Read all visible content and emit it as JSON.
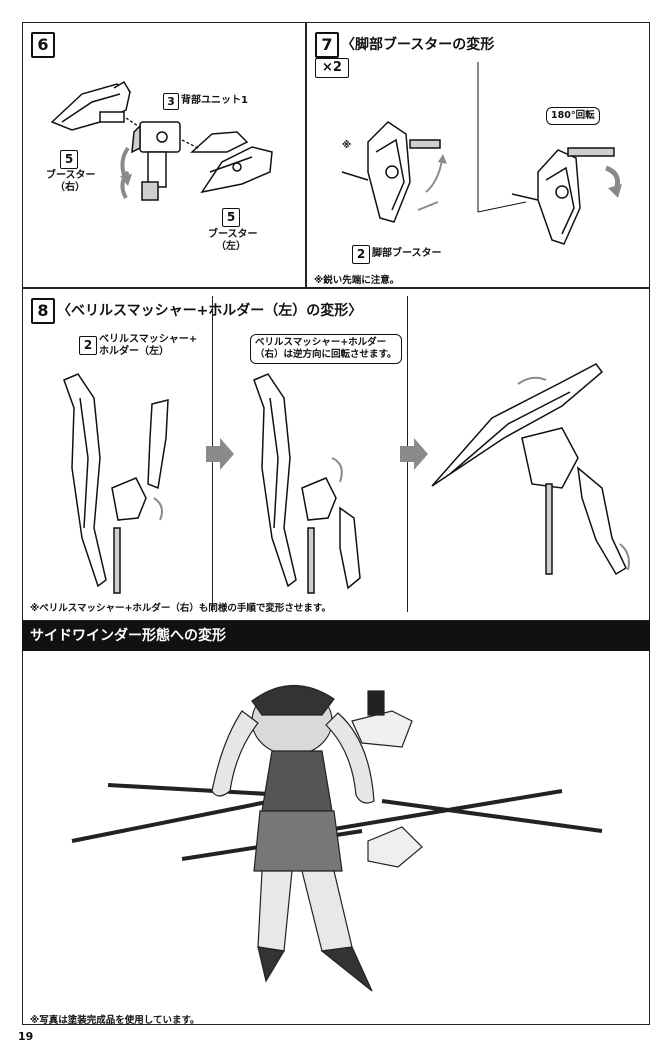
{
  "step6": {
    "number": "6",
    "part3_num": "3",
    "part3_label": "背部ユニット1",
    "part5a_num": "5",
    "part5a_label_line1": "ブースター",
    "part5a_label_line2": "（右）",
    "part5b_num": "5",
    "part5b_label_line1": "ブースター",
    "part5b_label_line2": "（左）"
  },
  "step7": {
    "number": "7",
    "title": "〈脚部ブースターの変形",
    "multiplier": "×2",
    "asterisk": "※",
    "rotation_callout": "180°回転",
    "part2_num": "2",
    "part2_label": "脚部ブースター",
    "note": "※鋭い先端に注意。"
  },
  "step8": {
    "number": "8",
    "title": "〈ベリルスマッシャー+ホルダー（左）の変形〉",
    "part2_num": "2",
    "part2_label_line1": "ベリルスマッシャー+",
    "part2_label_line2": "ホルダー（左）",
    "callout_line1": "ベリルスマッシャー+ホルダー",
    "callout_line2": "（右）は逆方向に回転させます。",
    "note": "※ベリルスマッシャー+ホルダー（右）も同様の手順で変形させます。"
  },
  "sidewinder": {
    "banner": "サイドワインダー形態への変形",
    "photo_note": "※写真は塗装完成品を使用しています。"
  },
  "page_number": "19",
  "colors": {
    "ink": "#111111",
    "banner_bg": "#111111",
    "arrow_gray": "#8a8a8a",
    "part_gray": "#cfcfcf"
  }
}
